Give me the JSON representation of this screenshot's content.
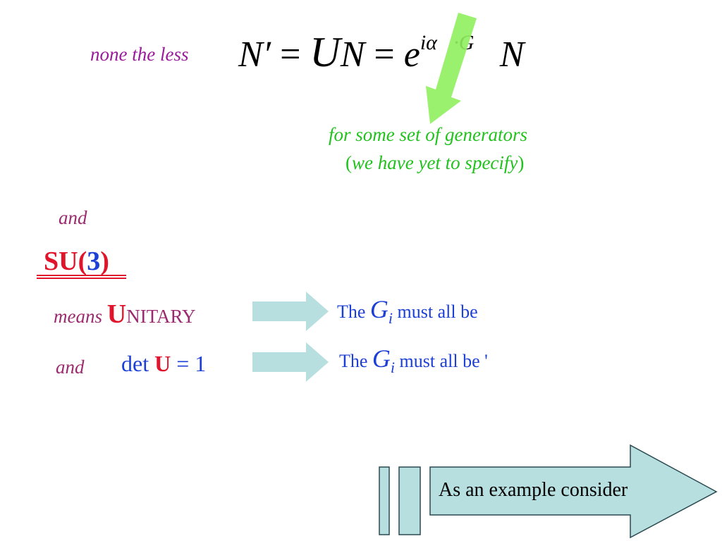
{
  "none_the_less": "none the less",
  "equation": {
    "n_prime": "N′",
    "equals": "=",
    "U": "U",
    "N": "N",
    "e": "e",
    "exponent": "iα⃗·G⃗"
  },
  "generators_note": {
    "line1": "for some set of generators",
    "line2_open": "(",
    "line2": "we have yet to specify",
    "line2_close": ")"
  },
  "and_label_1": "and",
  "su3": {
    "prefix": "SU(",
    "number": "3",
    "suffix": ")"
  },
  "means_label": "means",
  "unitary_U": "U",
  "unitary_rest": "NITARY",
  "and_label_2": "and",
  "det": {
    "prefix": "det ",
    "U": "U",
    "suffix": " = 1"
  },
  "gi_statements": [
    {
      "pre": "The ",
      "G": "G",
      "sub": "i",
      "post": " must all be"
    },
    {
      "pre": "The ",
      "G": "G",
      "sub": "i",
      "post": " must all be '"
    }
  ],
  "example_label": "As an example consider",
  "colors": {
    "magenta": "#9b1a9b",
    "plum": "#9b2b6e",
    "green": "#22c21e",
    "red": "#e0142a",
    "blue": "#1c3fd6",
    "arrow_fill": "#b7dfe0",
    "green_arrow": "#8ef05e"
  },
  "icons": [
    "green-pointer-arrow-icon",
    "right-arrow-icon",
    "forward-arrow-button-icon"
  ]
}
